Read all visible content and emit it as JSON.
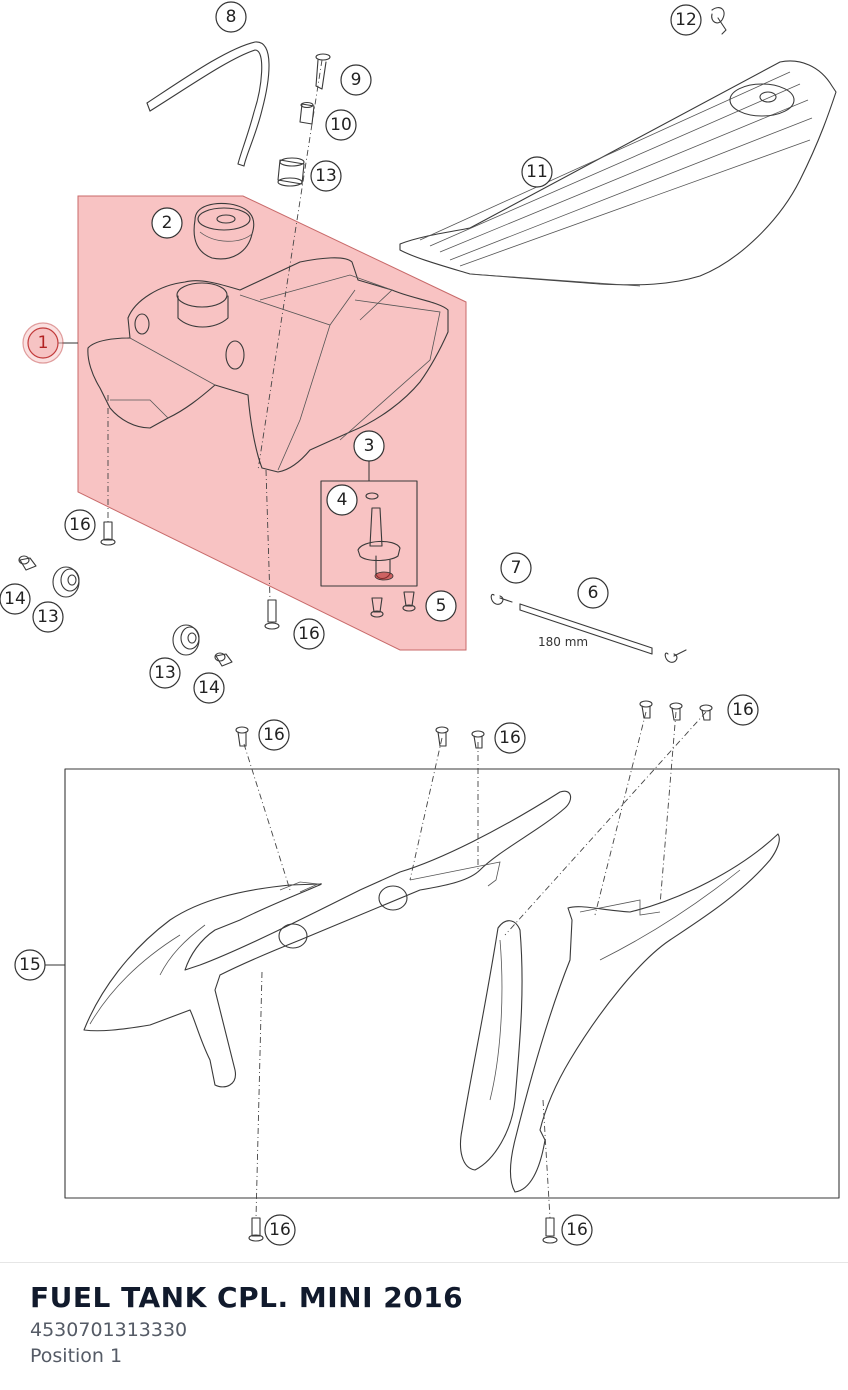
{
  "diagram": {
    "dimension_label": "180 mm",
    "selected_callout": "1",
    "highlight_color": "#f7b9b9",
    "callouts": {
      "c1": "1",
      "c2": "2",
      "c3": "3",
      "c4": "4",
      "c5": "5",
      "c6": "6",
      "c7": "7",
      "c8": "8",
      "c9": "9",
      "c10": "10",
      "c11": "11",
      "c12": "12",
      "c13a": "13",
      "c13b": "13",
      "c13c": "13",
      "c14a": "14",
      "c14b": "14",
      "c15": "15",
      "c16a": "16",
      "c16b": "16",
      "c16c": "16",
      "c16d": "16",
      "c16e": "16",
      "c16f": "16",
      "c16g": "16"
    }
  },
  "part": {
    "title": "FUEL TANK CPL. MINI 2016",
    "number": "4530701313330",
    "position": "Position 1"
  }
}
